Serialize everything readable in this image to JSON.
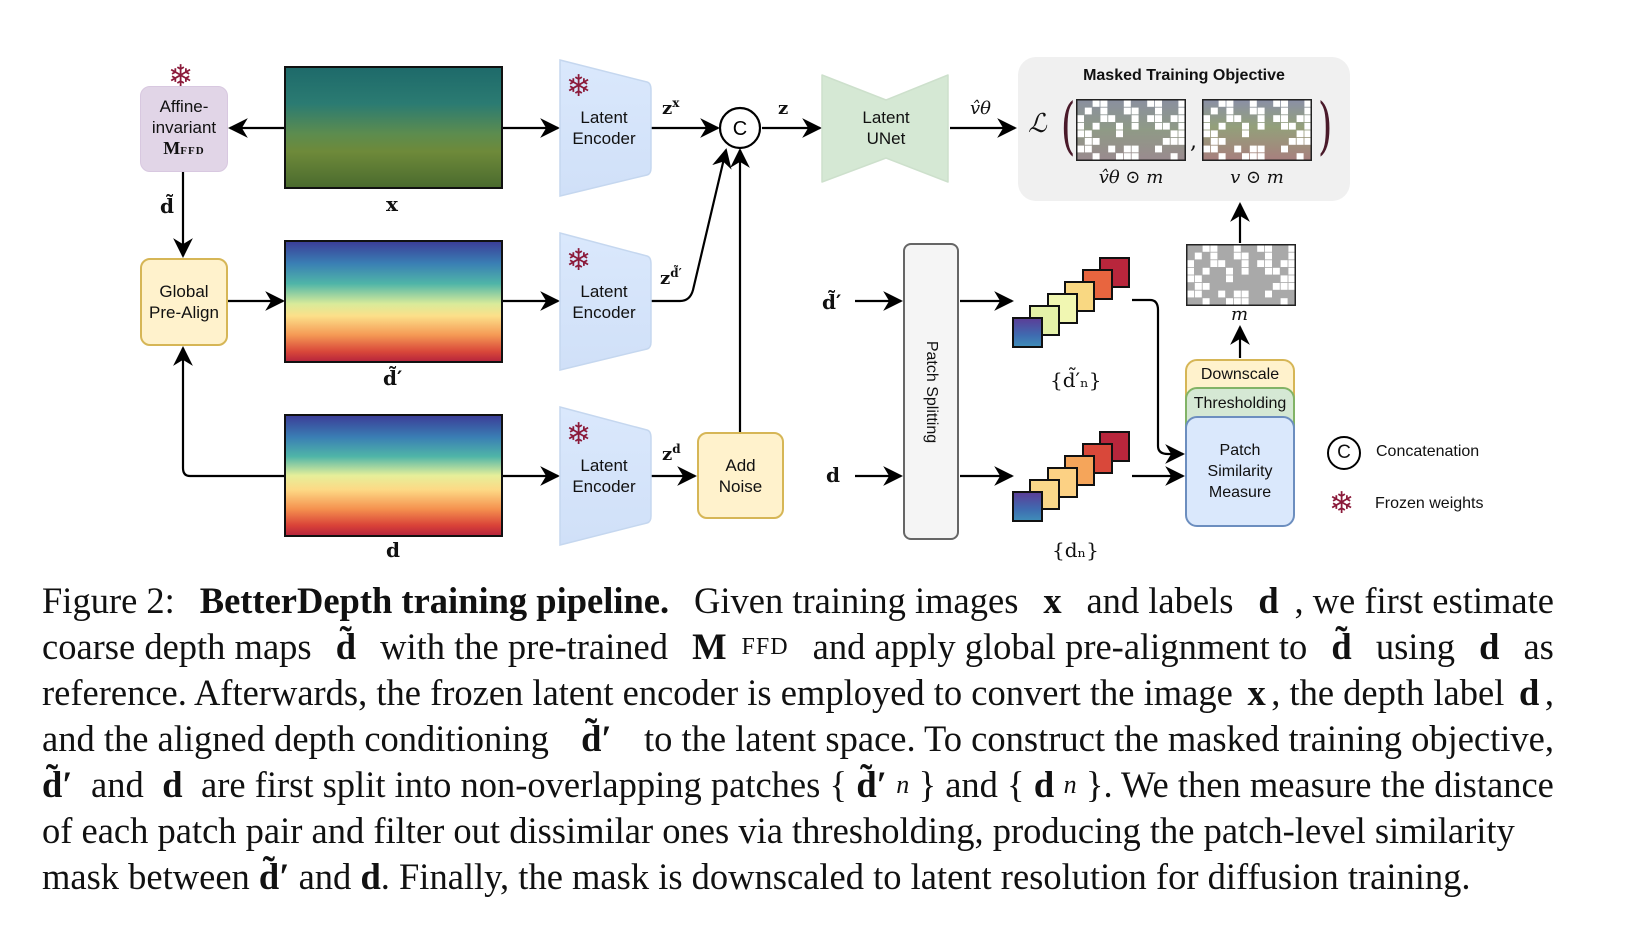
{
  "diagram": {
    "affine_box": {
      "line1": "Affine-",
      "line2": "invariant",
      "line3": "M",
      "line3_sub": "FFD"
    },
    "global_prealign": {
      "line1": "Global",
      "line2": "Pre-Align"
    },
    "latent_encoder_label": {
      "line1": "Latent",
      "line2": "Encoder"
    },
    "latent_unet": {
      "line1": "Latent",
      "line2": "UNet"
    },
    "add_noise": {
      "line1": "Add",
      "line2": "Noise"
    },
    "patch_splitting": "Patch Splitting",
    "concat_symbol": "C",
    "labels": {
      "x": "x",
      "d_tilde": "d̃",
      "d_tilde_prime": "d̃′",
      "d": "d",
      "zx": "z",
      "zx_sup": "x",
      "zd_tilde": "z",
      "zd_tilde_sup": "d̃′",
      "zd": "z",
      "zd_sup": "d",
      "z": "z",
      "v_hat": "v̂θ",
      "patches_tilde": "{d̃′ₙ}",
      "patches_d": "{dₙ}",
      "m": "m"
    },
    "objective": {
      "title": "Masked Training Objective",
      "loss": "ℒ",
      "left_label": "v̂θ ⊙ m",
      "right_label": "v ⊙ m",
      "comma": ","
    },
    "similarity_stack": {
      "downscale": "Downscale",
      "thresholding": "Thresholding",
      "measure_line1": "Patch",
      "measure_line2": "Similarity",
      "measure_line3": "Measure"
    },
    "legend": {
      "concat_symbol": "C",
      "concatenation": "Concatenation",
      "frozen": "Frozen weights",
      "snow_icon": "snowflake-icon"
    },
    "colors": {
      "encoder": "#dae8fc",
      "unet": "#d5e8d4",
      "yellow": "#fff2cc",
      "purple": "#e1d5e7",
      "snow": "#8b1a3a"
    }
  },
  "caption": [
    [
      [
        "t",
        "Figure 2: "
      ],
      [
        "b",
        "BetterDepth training pipeline."
      ],
      [
        "t",
        " Given training images "
      ],
      [
        "m",
        "x"
      ],
      [
        "t",
        " and labels "
      ],
      [
        "m",
        "d"
      ],
      [
        "t",
        ", we first estimate"
      ]
    ],
    [
      [
        "t",
        "coarse depth maps "
      ],
      [
        "m",
        "d̃"
      ],
      [
        "t",
        " with the pre-trained "
      ],
      [
        "m",
        "M"
      ],
      [
        "sub",
        "FFD"
      ],
      [
        "t",
        " and apply global pre-alignment to "
      ],
      [
        "m",
        "d̃"
      ],
      [
        "t",
        " using "
      ],
      [
        "m",
        "d"
      ],
      [
        "t",
        " as"
      ]
    ],
    [
      [
        "t",
        "reference. Afterwards, the frozen latent encoder is employed to convert the image "
      ],
      [
        "m",
        "x"
      ],
      [
        "t",
        ", the depth label "
      ],
      [
        "m",
        "d"
      ],
      [
        "t",
        ","
      ]
    ],
    [
      [
        "t",
        "and the aligned depth conditioning "
      ],
      [
        "m",
        "d̃′"
      ],
      [
        "t",
        " to the latent space. To construct the masked training objective,"
      ]
    ],
    [
      [
        "m",
        "d̃′"
      ],
      [
        "t",
        " and "
      ],
      [
        "m",
        "d"
      ],
      [
        "t",
        " are first split into non-overlapping patches {"
      ],
      [
        "m",
        "d̃′"
      ],
      [
        "isub",
        "n"
      ],
      [
        "t",
        "} and {"
      ],
      [
        "m",
        "d"
      ],
      [
        "isub",
        "n"
      ],
      [
        "t",
        "}. We then measure the distance"
      ]
    ],
    [
      [
        "t",
        "of each patch pair and filter out dissimilar ones via thresholding, producing the patch-level similarity"
      ]
    ],
    [
      [
        "t",
        "mask between "
      ],
      [
        "m",
        "d̃′"
      ],
      [
        "t",
        " and "
      ],
      [
        "m",
        "d"
      ],
      [
        "t",
        ". Finally, the mask is downscaled to latent resolution for diffusion training."
      ]
    ]
  ]
}
